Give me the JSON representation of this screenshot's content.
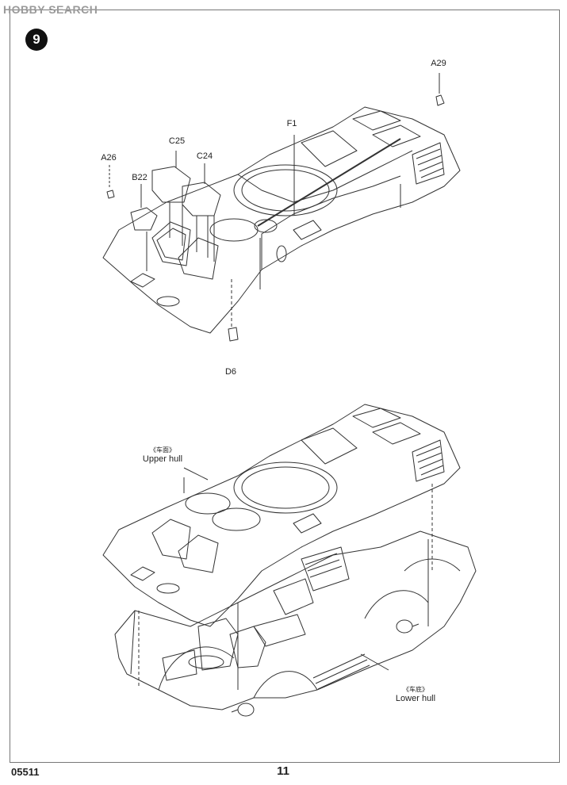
{
  "watermark": "HOBBY SEARCH",
  "step_number": "9",
  "parts": {
    "a29": "A29",
    "f1": "F1",
    "c25": "C25",
    "c24": "C24",
    "a26": "A26",
    "b22": "B22",
    "d6": "D6"
  },
  "upper_hull": {
    "cn": "《车面》",
    "en": "Upper hull"
  },
  "lower_hull": {
    "cn": "《车底》",
    "en": "Lower hull"
  },
  "footer": {
    "code": "05511",
    "page": "11"
  }
}
